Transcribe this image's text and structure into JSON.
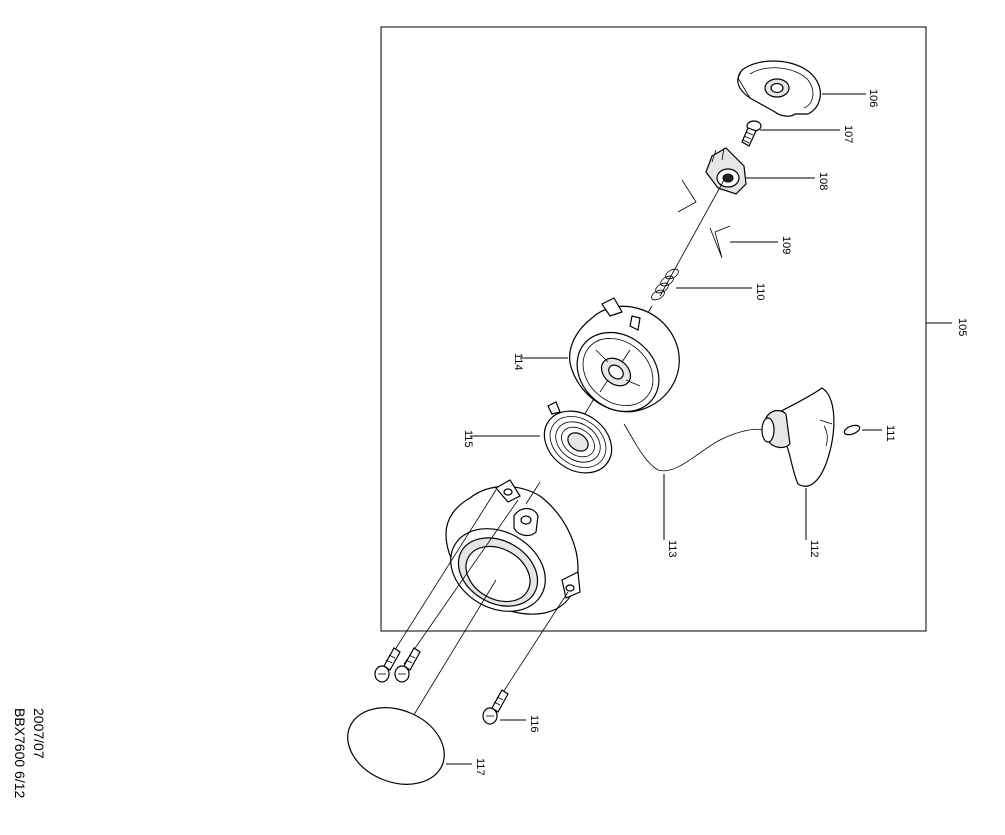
{
  "diagram": {
    "callouts": {
      "c105": "105",
      "c106": "106",
      "c107": "107",
      "c108": "108",
      "c109": "109",
      "c110": "110",
      "c111": "111",
      "c112": "112",
      "c113": "113",
      "c114": "114",
      "c115": "115",
      "c116": "116",
      "c117": "117"
    }
  },
  "footer": {
    "date": "2007/07",
    "model_code": "BBX7600 6/12"
  }
}
